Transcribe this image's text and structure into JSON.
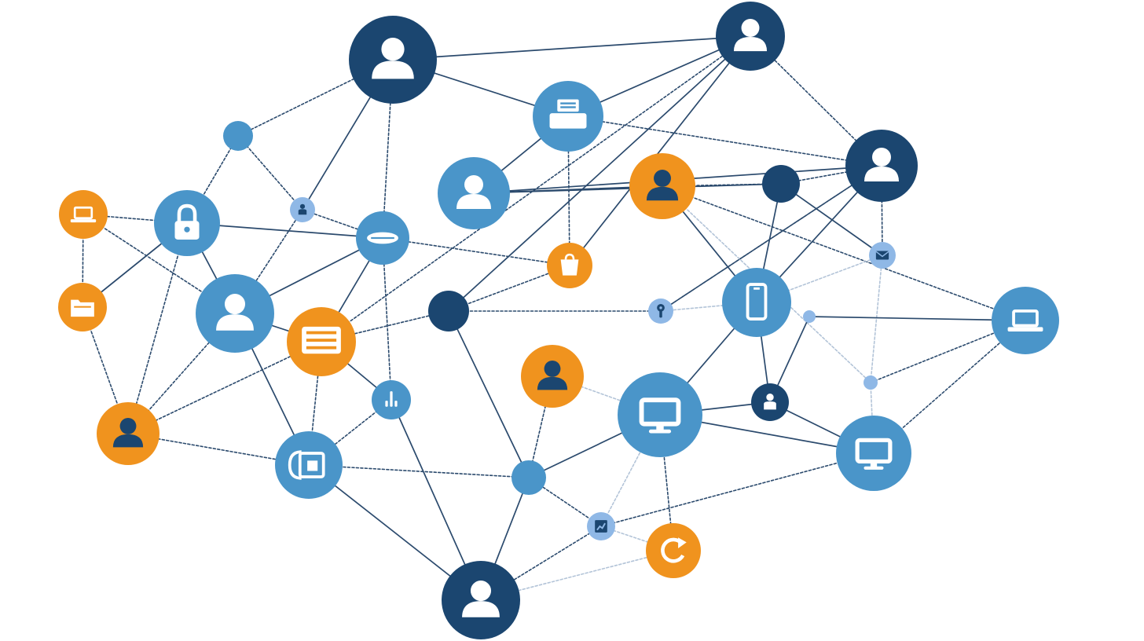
{
  "palette": {
    "navy": "#1b4670",
    "blue": "#4a95c9",
    "light_blue": "#8fb8e6",
    "orange": "#f0931e",
    "edge": "#2b4a6d",
    "edge_light": "#b3c4d8",
    "glyph_white": "#ffffff",
    "glyph_navy": "#1b4670"
  },
  "nodes": [
    {
      "id": "n01",
      "color": "navy",
      "icon": "user-icon"
    },
    {
      "id": "n02",
      "color": "blue",
      "icon": "user-icon"
    },
    {
      "id": "n03",
      "color": "blue",
      "icon": "printer-icon"
    },
    {
      "id": "n04",
      "color": "orange",
      "icon": "user-icon"
    },
    {
      "id": "n05",
      "color": "blue",
      "icon": "none"
    },
    {
      "id": "n06",
      "color": "orange",
      "icon": "laptop-icon"
    },
    {
      "id": "n07",
      "color": "blue",
      "icon": "lock-icon"
    },
    {
      "id": "n08",
      "color": "light_blue",
      "icon": "person-icon"
    },
    {
      "id": "n09",
      "color": "blue",
      "icon": "disk-icon"
    },
    {
      "id": "n10",
      "color": "navy",
      "icon": "user-icon"
    },
    {
      "id": "n11",
      "color": "navy",
      "icon": "user-icon"
    },
    {
      "id": "n12",
      "color": "navy",
      "icon": "none"
    },
    {
      "id": "n13",
      "color": "orange",
      "icon": "folder-icon"
    },
    {
      "id": "n14",
      "color": "blue",
      "icon": "user-icon"
    },
    {
      "id": "n15",
      "color": "orange",
      "icon": "bag-icon"
    },
    {
      "id": "n16",
      "color": "light_blue",
      "icon": "mail-icon"
    },
    {
      "id": "n17",
      "color": "navy",
      "icon": "none"
    },
    {
      "id": "n18",
      "color": "light_blue",
      "icon": "pin-icon"
    },
    {
      "id": "n19",
      "color": "blue",
      "icon": "phone-icon"
    },
    {
      "id": "n20",
      "color": "blue",
      "icon": "laptop-icon"
    },
    {
      "id": "n21",
      "color": "orange",
      "icon": "keyboard-icon"
    },
    {
      "id": "n22",
      "color": "light_blue",
      "icon": "none"
    },
    {
      "id": "n23",
      "color": "orange",
      "icon": "user-icon"
    },
    {
      "id": "n24",
      "color": "blue",
      "icon": "tools-icon"
    },
    {
      "id": "n25",
      "color": "light_blue",
      "icon": "none"
    },
    {
      "id": "n26",
      "color": "blue",
      "icon": "monitor-icon"
    },
    {
      "id": "n27",
      "color": "navy",
      "icon": "person-icon"
    },
    {
      "id": "n28",
      "color": "orange",
      "icon": "user-icon"
    },
    {
      "id": "n29",
      "color": "blue",
      "icon": "monitor-icon"
    },
    {
      "id": "n30",
      "color": "blue",
      "icon": "browser-icon"
    },
    {
      "id": "n31",
      "color": "blue",
      "icon": "none"
    },
    {
      "id": "n32",
      "color": "light_blue",
      "icon": "chart-icon"
    },
    {
      "id": "n33",
      "color": "orange",
      "icon": "refresh-icon"
    },
    {
      "id": "n34",
      "color": "navy",
      "icon": "user-icon"
    }
  ],
  "edges": [
    {
      "from": "n01",
      "to": "n05",
      "style": "dashed",
      "tone": "dark"
    },
    {
      "from": "n01",
      "to": "n03",
      "style": "solid",
      "tone": "dark"
    },
    {
      "from": "n01",
      "to": "n10",
      "style": "solid",
      "tone": "dark"
    },
    {
      "from": "n01",
      "to": "n09",
      "style": "dashed",
      "tone": "dark"
    },
    {
      "from": "n01",
      "to": "n08",
      "style": "solid",
      "tone": "dark"
    },
    {
      "from": "n03",
      "to": "n02",
      "style": "solid",
      "tone": "dark"
    },
    {
      "from": "n03",
      "to": "n10",
      "style": "solid",
      "tone": "dark"
    },
    {
      "from": "n03",
      "to": "n11",
      "style": "dashed",
      "tone": "dark"
    },
    {
      "from": "n03",
      "to": "n15",
      "style": "dashed",
      "tone": "dark"
    },
    {
      "from": "n02",
      "to": "n11",
      "style": "solid",
      "tone": "dark"
    },
    {
      "from": "n02",
      "to": "n12",
      "style": "solid",
      "tone": "dark"
    },
    {
      "from": "n02",
      "to": "n04",
      "style": "solid",
      "tone": "dark"
    },
    {
      "from": "n05",
      "to": "n07",
      "style": "dashed",
      "tone": "dark"
    },
    {
      "from": "n05",
      "to": "n08",
      "style": "dashed",
      "tone": "dark"
    },
    {
      "from": "n07",
      "to": "n06",
      "style": "dashed",
      "tone": "dark"
    },
    {
      "from": "n07",
      "to": "n09",
      "style": "solid",
      "tone": "dark"
    },
    {
      "from": "n07",
      "to": "n13",
      "style": "solid",
      "tone": "dark"
    },
    {
      "from": "n07",
      "to": "n14",
      "style": "solid",
      "tone": "dark"
    },
    {
      "from": "n06",
      "to": "n13",
      "style": "dashed",
      "tone": "dark"
    },
    {
      "from": "n06",
      "to": "n14",
      "style": "dashed",
      "tone": "dark"
    },
    {
      "from": "n13",
      "to": "n28",
      "style": "dashed",
      "tone": "dark"
    },
    {
      "from": "n13",
      "to": "n07",
      "style": "solid",
      "tone": "dark"
    },
    {
      "from": "n07",
      "to": "n28",
      "style": "dashed",
      "tone": "dark"
    },
    {
      "from": "n08",
      "to": "n09",
      "style": "dashed",
      "tone": "dark"
    },
    {
      "from": "n08",
      "to": "n14",
      "style": "dashed",
      "tone": "dark"
    },
    {
      "from": "n09",
      "to": "n15",
      "style": "dashed",
      "tone": "dark"
    },
    {
      "from": "n09",
      "to": "n14",
      "style": "solid",
      "tone": "dark"
    },
    {
      "from": "n09",
      "to": "n21",
      "style": "solid",
      "tone": "dark"
    },
    {
      "from": "n09",
      "to": "n24",
      "style": "dashed",
      "tone": "dark"
    },
    {
      "from": "n10",
      "to": "n11",
      "style": "dashed",
      "tone": "dark"
    },
    {
      "from": "n10",
      "to": "n15",
      "style": "solid",
      "tone": "dark"
    },
    {
      "from": "n10",
      "to": "n17",
      "style": "solid",
      "tone": "dark"
    },
    {
      "from": "n10",
      "to": "n21",
      "style": "dashed",
      "tone": "dark"
    },
    {
      "from": "n11",
      "to": "n12",
      "style": "dashed",
      "tone": "dark"
    },
    {
      "from": "n11",
      "to": "n18",
      "style": "dashed",
      "tone": "dark"
    },
    {
      "from": "n11",
      "to": "n19",
      "style": "solid",
      "tone": "dark"
    },
    {
      "from": "n11",
      "to": "n16",
      "style": "dashed",
      "tone": "dark"
    },
    {
      "from": "n12",
      "to": "n16",
      "style": "solid",
      "tone": "dark"
    },
    {
      "from": "n12",
      "to": "n19",
      "style": "solid",
      "tone": "dark"
    },
    {
      "from": "n04",
      "to": "n19",
      "style": "solid",
      "tone": "dark"
    },
    {
      "from": "n04",
      "to": "n12",
      "style": "dashed",
      "tone": "dark"
    },
    {
      "from": "n04",
      "to": "n20",
      "style": "dashed",
      "tone": "dark"
    },
    {
      "from": "n04",
      "to": "n25",
      "style": "dashed",
      "tone": "light"
    },
    {
      "from": "n16",
      "to": "n19",
      "style": "dashed",
      "tone": "light"
    },
    {
      "from": "n16",
      "to": "n25",
      "style": "dashed",
      "tone": "light"
    },
    {
      "from": "n14",
      "to": "n21",
      "style": "solid",
      "tone": "dark"
    },
    {
      "from": "n14",
      "to": "n28",
      "style": "dashed",
      "tone": "dark"
    },
    {
      "from": "n14",
      "to": "n30",
      "style": "solid",
      "tone": "dark"
    },
    {
      "from": "n21",
      "to": "n17",
      "style": "dashed",
      "tone": "dark"
    },
    {
      "from": "n21",
      "to": "n24",
      "style": "solid",
      "tone": "dark"
    },
    {
      "from": "n21",
      "to": "n30",
      "style": "dashed",
      "tone": "dark"
    },
    {
      "from": "n21",
      "to": "n28",
      "style": "dashed",
      "tone": "dark"
    },
    {
      "from": "n17",
      "to": "n18",
      "style": "dashed",
      "tone": "dark"
    },
    {
      "from": "n17",
      "to": "n31",
      "style": "solid",
      "tone": "dark"
    },
    {
      "from": "n17",
      "to": "n15",
      "style": "dashed",
      "tone": "dark"
    },
    {
      "from": "n18",
      "to": "n19",
      "style": "dashed",
      "tone": "light"
    },
    {
      "from": "n18",
      "to": "n11",
      "style": "dashed",
      "tone": "dark"
    },
    {
      "from": "n19",
      "to": "n26",
      "style": "solid",
      "tone": "dark"
    },
    {
      "from": "n19",
      "to": "n27",
      "style": "solid",
      "tone": "dark"
    },
    {
      "from": "n22",
      "to": "n20",
      "style": "solid",
      "tone": "dark"
    },
    {
      "from": "n22",
      "to": "n27",
      "style": "solid",
      "tone": "dark"
    },
    {
      "from": "n20",
      "to": "n25",
      "style": "dashed",
      "tone": "dark"
    },
    {
      "from": "n20",
      "to": "n29",
      "style": "dashed",
      "tone": "dark"
    },
    {
      "from": "n25",
      "to": "n29",
      "style": "dashed",
      "tone": "light"
    },
    {
      "from": "n23",
      "to": "n31",
      "style": "dashed",
      "tone": "dark"
    },
    {
      "from": "n23",
      "to": "n26",
      "style": "dashed",
      "tone": "light"
    },
    {
      "from": "n26",
      "to": "n27",
      "style": "solid",
      "tone": "dark"
    },
    {
      "from": "n26",
      "to": "n29",
      "style": "solid",
      "tone": "dark"
    },
    {
      "from": "n26",
      "to": "n31",
      "style": "solid",
      "tone": "dark"
    },
    {
      "from": "n26",
      "to": "n32",
      "style": "dashed",
      "tone": "light"
    },
    {
      "from": "n26",
      "to": "n33",
      "style": "dashed",
      "tone": "dark"
    },
    {
      "from": "n27",
      "to": "n29",
      "style": "solid",
      "tone": "dark"
    },
    {
      "from": "n29",
      "to": "n32",
      "style": "dashed",
      "tone": "dark"
    },
    {
      "from": "n24",
      "to": "n30",
      "style": "dashed",
      "tone": "dark"
    },
    {
      "from": "n24",
      "to": "n34",
      "style": "solid",
      "tone": "dark"
    },
    {
      "from": "n28",
      "to": "n30",
      "style": "dashed",
      "tone": "dark"
    },
    {
      "from": "n30",
      "to": "n31",
      "style": "dashed",
      "tone": "dark"
    },
    {
      "from": "n30",
      "to": "n34",
      "style": "solid",
      "tone": "dark"
    },
    {
      "from": "n31",
      "to": "n32",
      "style": "dashed",
      "tone": "dark"
    },
    {
      "from": "n31",
      "to": "n34",
      "style": "solid",
      "tone": "dark"
    },
    {
      "from": "n32",
      "to": "n33",
      "style": "dashed",
      "tone": "light"
    },
    {
      "from": "n32",
      "to": "n34",
      "style": "dashed",
      "tone": "dark"
    },
    {
      "from": "n34",
      "to": "n33",
      "style": "dashed",
      "tone": "light"
    }
  ]
}
